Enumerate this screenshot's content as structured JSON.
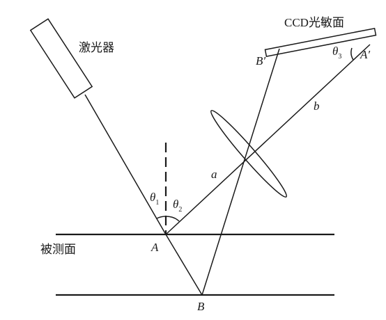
{
  "labels": {
    "laser": "激光器",
    "ccd_prefix": "CCD",
    "ccd_suffix": "光敏面",
    "surface": "被测面",
    "point_A": "A",
    "point_B": "B",
    "point_A_prime": "A′",
    "point_B_prime": "B′",
    "ray_a": "a",
    "ray_b": "b",
    "theta": "θ",
    "theta1_sub": "1",
    "theta2_sub": "2",
    "theta3_sub": "3"
  }
}
